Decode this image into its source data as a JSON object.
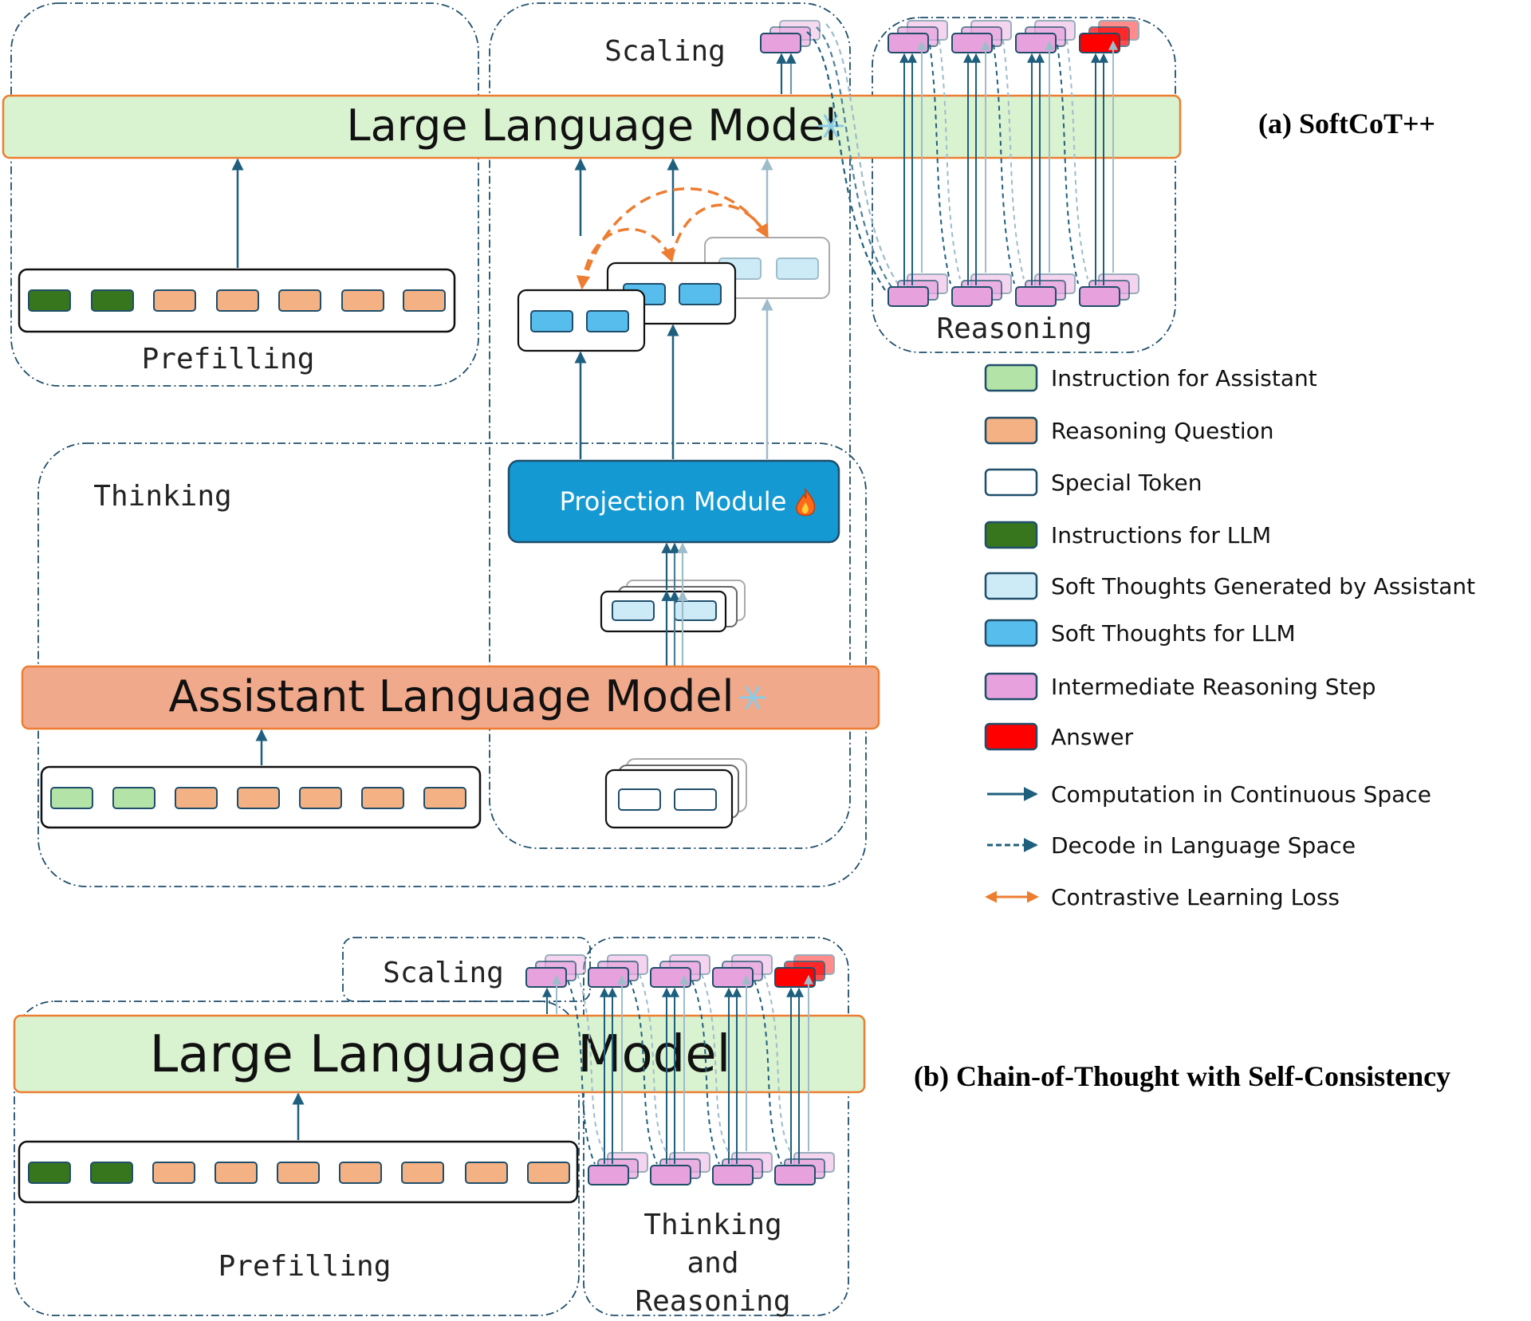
{
  "figure": {
    "panel_a": {
      "caption": "(a) SoftCoT++",
      "llm_label": "Large Language Model",
      "assistant_label": "Assistant Language Model",
      "projection_label": "Projection Module",
      "regions": {
        "prefilling": "Prefilling",
        "scaling": "Scaling",
        "reasoning": "Reasoning",
        "thinking": "Thinking"
      },
      "icons": {
        "frozen": "snowflake-icon",
        "trainable": "fire-icon"
      }
    },
    "panel_b": {
      "caption": "(b) Chain-of-Thought with Self-Consistency",
      "llm_label": "Large Language Model",
      "regions": {
        "scaling": "Scaling",
        "prefilling": "Prefilling",
        "thinking_line1": "Thinking",
        "thinking_line2": "and",
        "thinking_line3": "Reasoning"
      }
    },
    "legend": [
      {
        "label": "Instruction for Assistant",
        "color": "#b4e3a8",
        "kind": "box"
      },
      {
        "label": "Reasoning Question",
        "color": "#f4b183",
        "kind": "box"
      },
      {
        "label": "Special Token",
        "color": "#ffffff",
        "kind": "box"
      },
      {
        "label": "Instructions for LLM",
        "color": "#38761d",
        "kind": "box"
      },
      {
        "label": "Soft Thoughts Generated by Assistant",
        "color": "#cdeaf7",
        "kind": "box"
      },
      {
        "label": "Soft Thoughts for LLM",
        "color": "#56bdec",
        "kind": "box"
      },
      {
        "label": "Intermediate Reasoning Step",
        "color": "#e7a2dd",
        "kind": "box"
      },
      {
        "label": "Answer",
        "color": "#ff0000",
        "kind": "box"
      },
      {
        "label": "Computation in Continuous Space",
        "color": "#1f5f7e",
        "kind": "solid-arrow"
      },
      {
        "label": "Decode in Language Space",
        "color": "#1f5f7e",
        "kind": "dashed-arrow"
      },
      {
        "label": "Contrastive Learning Loss",
        "color": "#ed7d31",
        "kind": "double-arrow"
      }
    ],
    "colors": {
      "llm_fill": "#d9f2d0",
      "assistant_fill": "#f1a98c",
      "border_orange": "#ed7d31",
      "projection_fill": "#1599d3",
      "region_border": "#1f4e6a",
      "arrow": "#1f5f7e"
    }
  }
}
